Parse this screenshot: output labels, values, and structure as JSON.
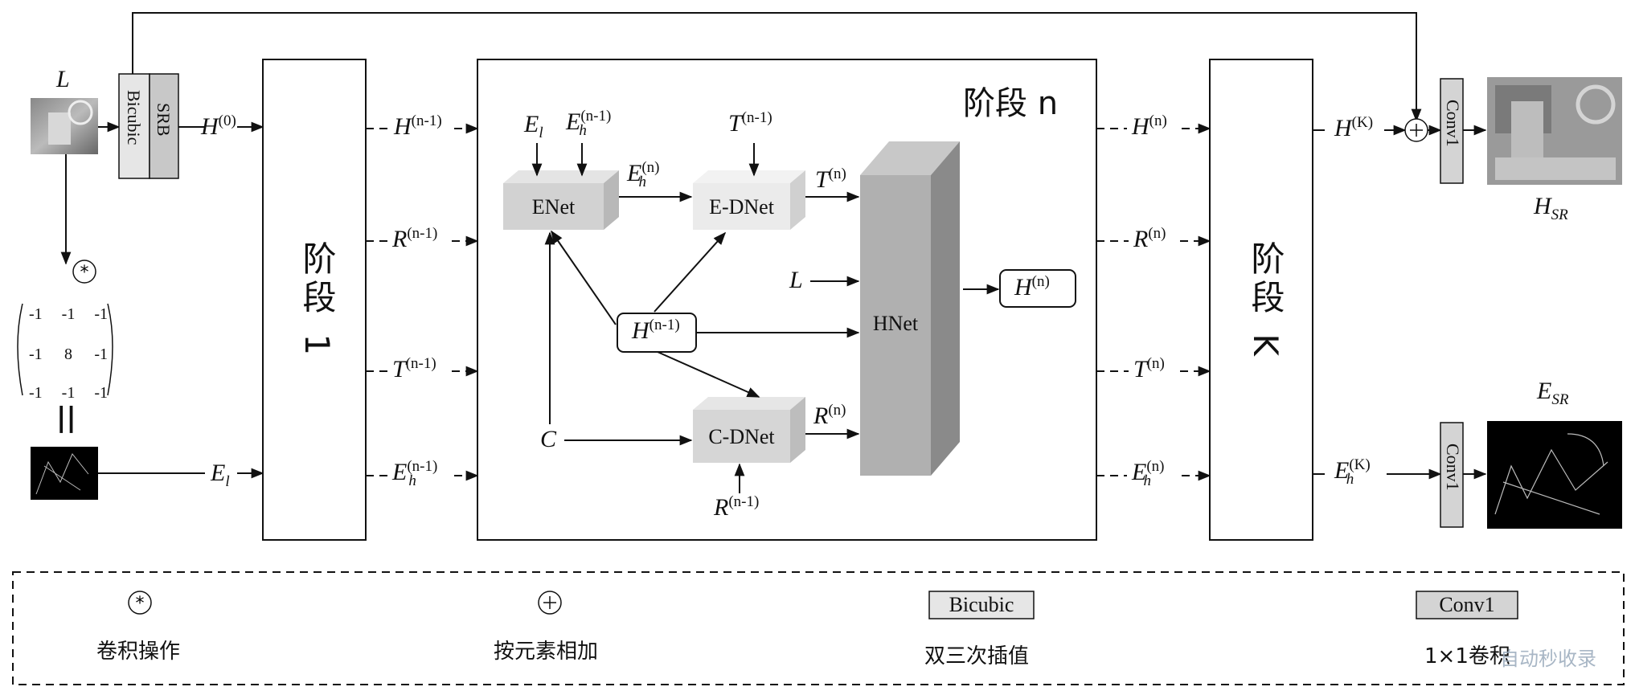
{
  "input": {
    "L": "L",
    "H0": "H",
    "H0_sup": "(0)",
    "El": "E",
    "El_sub": "l"
  },
  "preproc": {
    "bicubic": "Bicubic",
    "srb": "SRB"
  },
  "matrix": {
    "rows": [
      [
        "-1",
        "-1",
        "-1"
      ],
      [
        "-1",
        "8",
        "-1"
      ],
      [
        "-1",
        "-1",
        "-1"
      ]
    ],
    "equals": "||"
  },
  "stage1": {
    "label": "阶段 1"
  },
  "stageK": {
    "label": "阶段 K"
  },
  "stageN": {
    "title": "阶段 n"
  },
  "between_left": [
    {
      "sym": "H",
      "sup": "(n-1)",
      "sub": ""
    },
    {
      "sym": "R",
      "sup": "(n-1)",
      "sub": ""
    },
    {
      "sym": "T",
      "sup": "(n-1)",
      "sub": ""
    },
    {
      "sym": "E",
      "sup": "(n-1)",
      "sub": "h"
    }
  ],
  "between_right": [
    {
      "sym": "H",
      "sup": "(n)",
      "sub": ""
    },
    {
      "sym": "R",
      "sup": "(n)",
      "sub": ""
    },
    {
      "sym": "T",
      "sup": "(n)",
      "sub": ""
    },
    {
      "sym": "E",
      "sup": "(n)",
      "sub": "h"
    }
  ],
  "outputs_k": [
    {
      "sym": "H",
      "sup": "(K)",
      "sub": ""
    },
    {
      "sym": "E",
      "sup": "(K)",
      "sub": "h"
    }
  ],
  "inner": {
    "enet": "ENet",
    "ednet": "E-DNet",
    "cdnet": "C-DNet",
    "hnet": "HNet",
    "El": {
      "sym": "E",
      "sub": "l"
    },
    "Eh_prev": {
      "sym": "E",
      "sub": "h",
      "sup": "(n-1)"
    },
    "T_prev": {
      "sym": "T",
      "sup": "(n-1)"
    },
    "Eh_n": {
      "sym": "E",
      "sub": "h",
      "sup": "(n)"
    },
    "T_n": {
      "sym": "T",
      "sup": "(n)"
    },
    "L": "L",
    "H_prev": {
      "sym": "H",
      "sup": "(n-1)"
    },
    "H_n": {
      "sym": "H",
      "sup": "(n)"
    },
    "C": "C",
    "R_n": {
      "sym": "R",
      "sup": "(n)"
    },
    "R_prev": {
      "sym": "R",
      "sup": "(n-1)"
    }
  },
  "conv": "Conv1",
  "results": {
    "hsr": {
      "sym": "H",
      "sub": "SR"
    },
    "esr": {
      "sym": "E",
      "sub": "SR"
    }
  },
  "legend": [
    {
      "icon": "convolution-icon",
      "text": "卷积操作"
    },
    {
      "icon": "add-icon",
      "text": "按元素相加"
    },
    {
      "icon": "bicubic-box",
      "box": "Bicubic",
      "text": "双三次插值"
    },
    {
      "icon": "conv1-box",
      "box": "Conv1",
      "text": "1×1卷积"
    }
  ],
  "watermark": "自动秒收录"
}
